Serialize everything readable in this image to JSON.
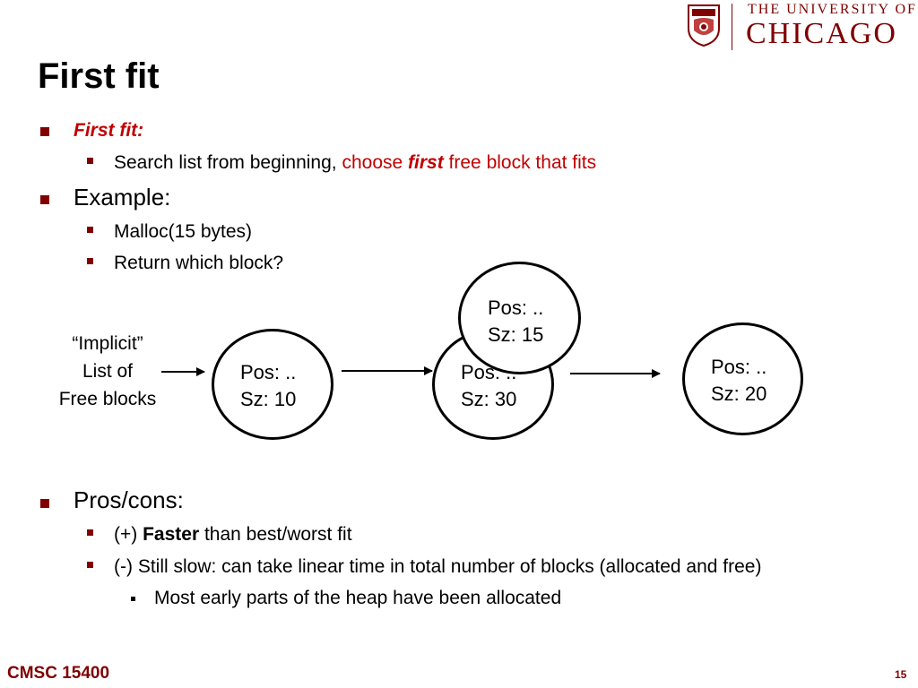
{
  "logo": {
    "line1": "THE UNIVERSITY OF",
    "line2": "CHICAGO"
  },
  "slide": {
    "title": "First fit"
  },
  "bullets": {
    "first_fit_label": "First fit:",
    "search_text_a": "Search list from beginning, ",
    "search_text_b": "choose ",
    "search_text_c": "first",
    "search_text_d": " free block that fits",
    "example_label": "Example:",
    "malloc": "Malloc(15 bytes)",
    "return_which": "Return which block?",
    "pros_cons_label": "Pros/cons:",
    "faster_a": "(+) ",
    "faster_b": "Faster",
    "faster_c": " than best/worst fit",
    "slow": "(-) Still slow: can take linear time in total number of blocks (allocated and free)",
    "early_parts": "Most early parts of the heap have been allocated"
  },
  "diagram": {
    "implicit_line1": "“Implicit”",
    "implicit_line2": "List of",
    "implicit_line3": "Free blocks",
    "node1_pos": "Pos: ..",
    "node1_sz": "Sz: 10",
    "node2_pos": "Pos: ..",
    "node2_sz": "Sz: 30",
    "node3_pos": "Pos: ..",
    "node3_sz": "Sz: 20",
    "request_pos": "Pos: ..",
    "request_sz": "Sz: 15"
  },
  "footer": {
    "course": "CMSC 15400",
    "page_number": "15"
  },
  "colors": {
    "maroon": "#800000",
    "red": "#c00000"
  }
}
